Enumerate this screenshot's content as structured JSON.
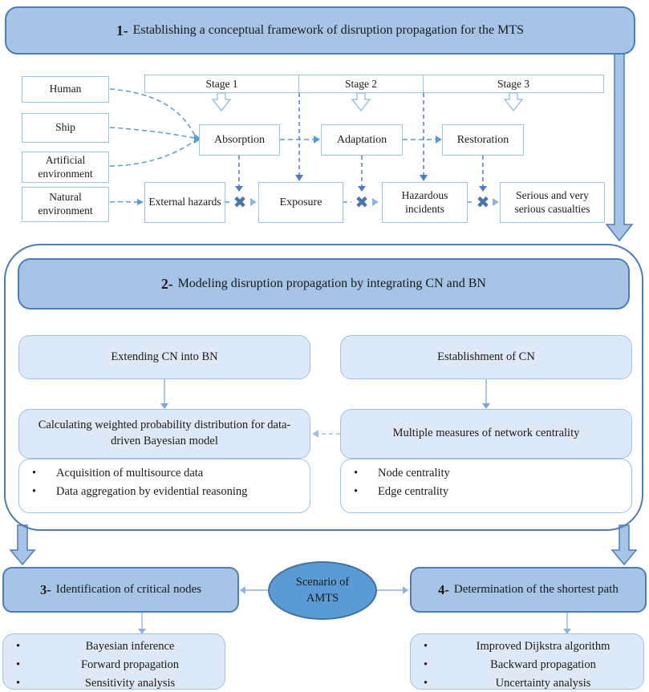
{
  "banner1": {
    "num": "1-",
    "text": "Establishing a conceptual framework of disruption propagation for the MTS"
  },
  "stages": {
    "s1": "Stage 1",
    "s2": "Stage 2",
    "s3": "Stage 3"
  },
  "sources": {
    "human": "Human",
    "ship": "Ship",
    "artificial": "Artificial environment",
    "natural": "Natural environment"
  },
  "process": {
    "absorption": "Absorption",
    "adaptation": "Adaptation",
    "restoration": "Restoration"
  },
  "hazards": {
    "external": "External hazards",
    "exposure": "Exposure",
    "incidents": "Hazardous incidents",
    "casualties": "Serious and very serious casualties"
  },
  "x_mark": "✖",
  "banner2": {
    "num": "2-",
    "text": "Modeling disruption propagation by integrating CN and BN"
  },
  "modeling": {
    "extend": "Extending CN into BN",
    "establish": "Establishment of CN",
    "calc": "Calculating weighted probability distribution for data-driven Bayesian model",
    "measures": "Multiple measures of network centrality",
    "calc_bullets": [
      "Acquisition of multisource data",
      "Data aggregation by evidential reasoning"
    ],
    "measure_bullets": [
      "Node centrality",
      "Edge centrality"
    ]
  },
  "scenario": {
    "line1": "Scenario of",
    "line2": "AMTS"
  },
  "section3": {
    "num": "3-",
    "title": "Identification of critical nodes",
    "bullets": [
      "Bayesian inference",
      "Forward propagation",
      "Sensitivity analysis"
    ]
  },
  "section4": {
    "num": "4-",
    "title": "Determination of the shortest path",
    "bullets": [
      "Improved Dijkstra algorithm",
      "Backward propagation",
      "Uncertainty analysis"
    ]
  },
  "colors": {
    "banner_fill": "#a6c4e6",
    "banner_border": "#4f7cb4",
    "light_fill": "#dde9f6",
    "light_border": "#9cc3e6",
    "ellipse_fill": "#5b9bd5",
    "ellipse_border": "#41719c",
    "x_mark": "#4a74ae",
    "dash": "#5b9bd5",
    "dash_dark": "#4f7bc0",
    "small_arrow": "#8db4e2"
  }
}
